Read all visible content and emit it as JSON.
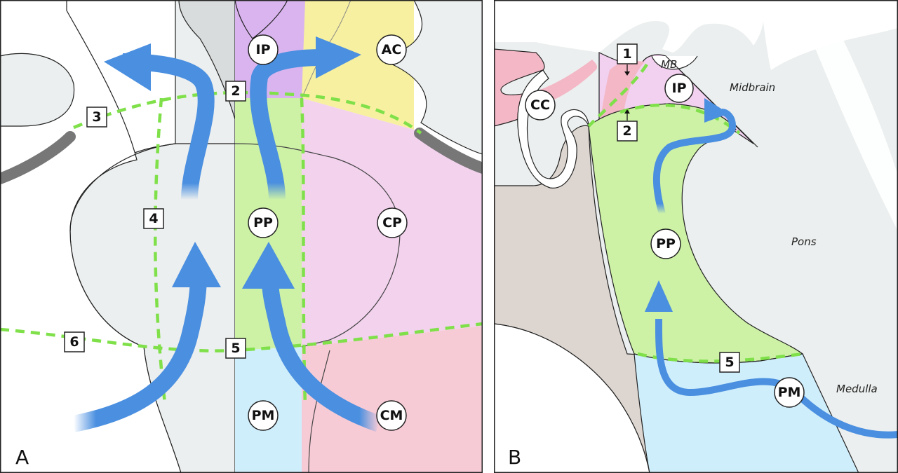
{
  "panel_a": {
    "letter": "A",
    "cisterns": {
      "ip": "IP",
      "ac": "AC",
      "pp": "PP",
      "cp": "CP",
      "pm": "PM",
      "cm": "CM"
    },
    "membranes": {
      "m2": "2",
      "m3": "3",
      "m4": "4",
      "m5": "5",
      "m6": "6"
    }
  },
  "panel_b": {
    "letter": "B",
    "cisterns": {
      "cc": "CC",
      "ip": "IP",
      "pp": "PP",
      "pm": "PM"
    },
    "membranes": {
      "m1": "1",
      "m2": "2",
      "m5": "5"
    },
    "regions": {
      "mb": "MB",
      "midbrain": "Midbrain",
      "pons": "Pons",
      "medulla": "Medulla"
    }
  },
  "colors": {
    "flow_arrow": "#4a8fe0",
    "membrane_dash": "#7fe04a",
    "ip_zone": "#d9b4ef",
    "ac_zone": "#f7f0a0",
    "pp_zone": "#cdf2a6",
    "cp_zone": "#f3d2ee",
    "pm_zone": "#cfeefb",
    "cm_zone": "#f7cbd6",
    "cc_zone": "#f3b7c6",
    "brainstem": "#ecefef",
    "clivus": "#ddd6d0"
  }
}
